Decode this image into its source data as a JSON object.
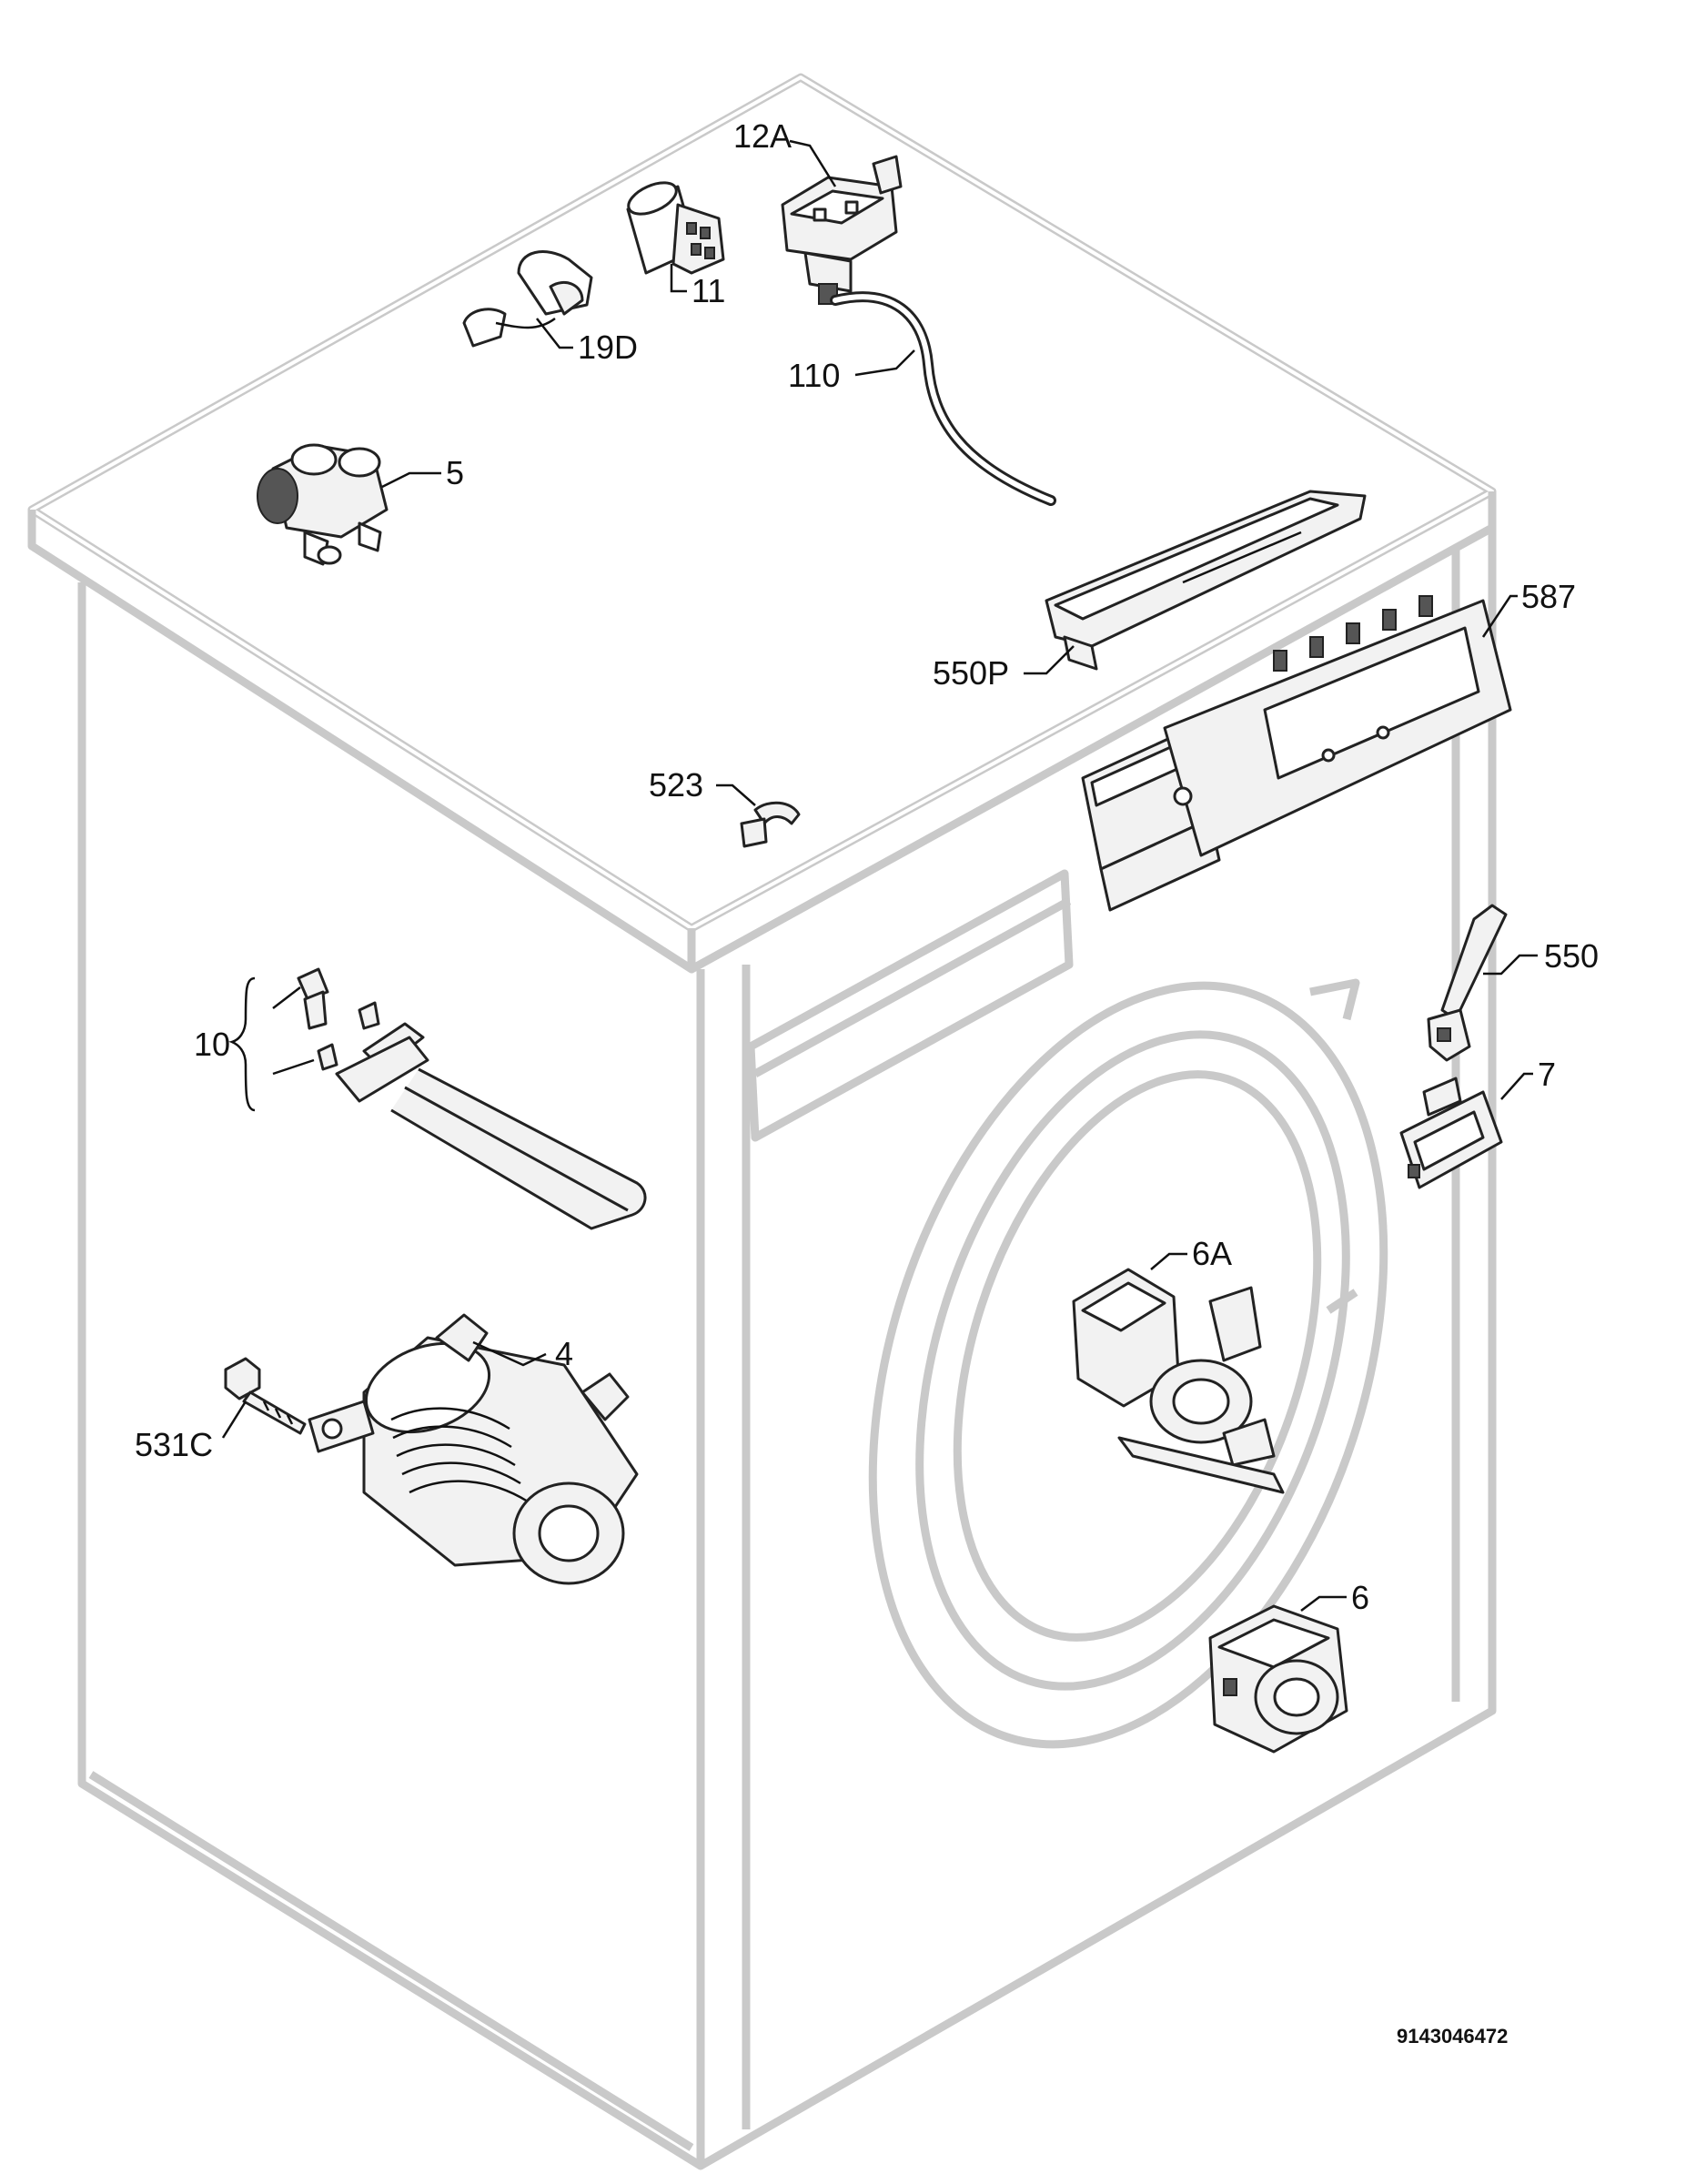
{
  "diagram": {
    "parts": [
      {
        "id": "12A",
        "component": "pressure-switch"
      },
      {
        "id": "11",
        "component": "capacitor"
      },
      {
        "id": "19D",
        "component": "suppressor-cap"
      },
      {
        "id": "110",
        "component": "pressure-hose"
      },
      {
        "id": "5",
        "component": "inlet-valve"
      },
      {
        "id": "550P",
        "component": "control-panel-strip"
      },
      {
        "id": "587",
        "component": "control-board"
      },
      {
        "id": "523",
        "component": "clip"
      },
      {
        "id": "550",
        "component": "door-handle"
      },
      {
        "id": "10",
        "component": "heating-element-kit"
      },
      {
        "id": "7",
        "component": "door-lock"
      },
      {
        "id": "6A",
        "component": "drain-pump"
      },
      {
        "id": "4",
        "component": "motor"
      },
      {
        "id": "531C",
        "component": "motor-bolt"
      },
      {
        "id": "6",
        "component": "circulation-pump"
      }
    ],
    "drawing_code": "9143046472"
  },
  "colors": {
    "cabinet_outline": "#c9c9c9",
    "part_stroke": "#222222",
    "label_text": "#111111"
  }
}
